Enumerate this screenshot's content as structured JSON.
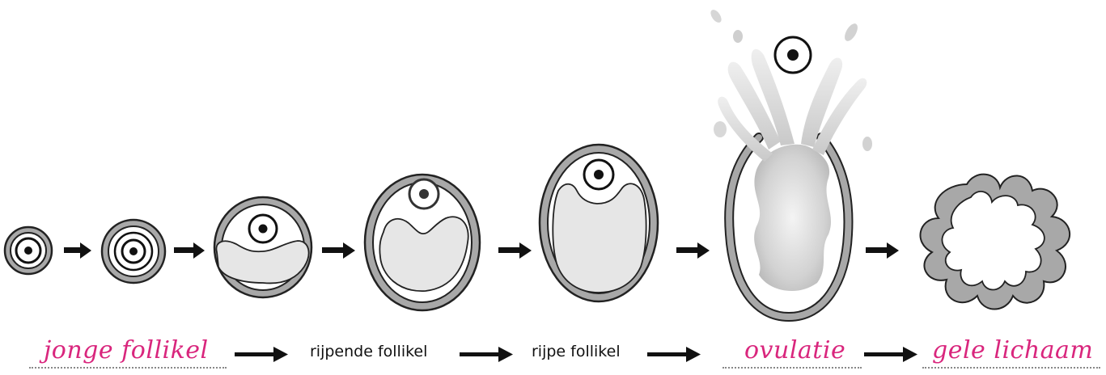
{
  "labels": {
    "young_follicle": "jonge follikel",
    "maturing_follicle": "rijpende follikel",
    "mature_follicle": "rijpe follikel",
    "ovulation": "ovulatie",
    "corpus_luteum": "gele lichaam"
  },
  "colors": {
    "handwriting": "#d9267d",
    "follicle_wall": "#a8a8a8",
    "fluid": "#e6e6e6",
    "outline": "#222222"
  },
  "icons": [
    "arrow-right-icon",
    "follicle-icon",
    "egg-cell-icon"
  ]
}
